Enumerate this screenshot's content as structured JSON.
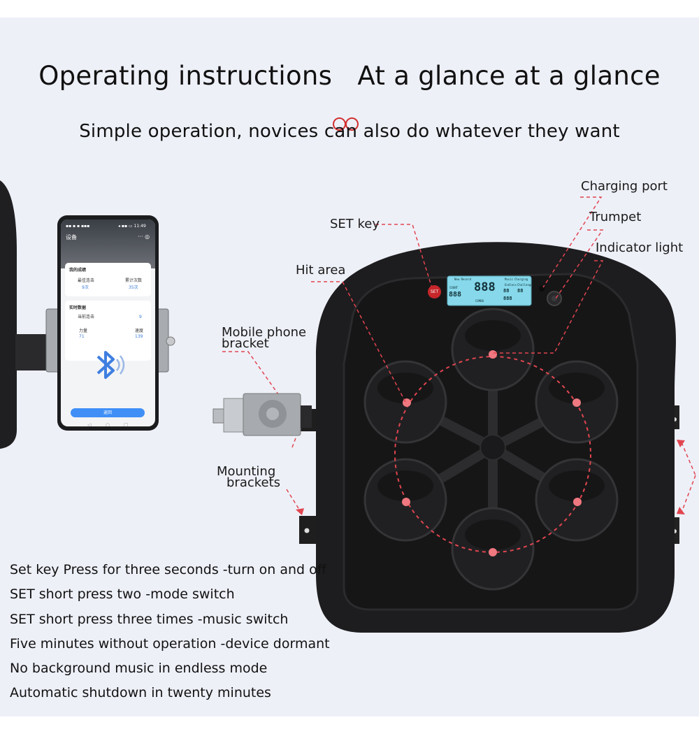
{
  "header": {
    "title": "Operating instructions   At a glance at a glance",
    "subtitle": "Simple operation, novices can also do whatever they want"
  },
  "callouts": {
    "charging_port": "Charging port",
    "trumpet": "Trumpet",
    "indicator_light": "Indicator light",
    "set_key": "SET key",
    "hit_area": "Hit area",
    "mobile_phone_bracket_1": "Mobile phone",
    "mobile_phone_bracket_2": "bracket",
    "mounting_brackets_1": "Mounting",
    "mounting_brackets_2": "brackets"
  },
  "device": {
    "set_button": "SET",
    "display": {
      "new_record": "New Record",
      "music": "Music",
      "charging": "Charging",
      "count": "COUNT",
      "endless": "Endless",
      "challenge": "Challenge",
      "digits": "888",
      "combo": "COMBO",
      "small_digits": "88"
    }
  },
  "phone": {
    "status_left": "▪▪ ▪ ▪ ▪▪▪",
    "status_right": "◂ ▪▪ ▭ 11:49",
    "header_label": "设备",
    "card1_title": "我的成绩",
    "best_combo_label": "最佳连击",
    "best_combo_value": "9次",
    "total_label": "累计次数",
    "total_value": "35次",
    "card2_title": "实时数据",
    "current_combo_label": "当前连击",
    "current_combo_value": "9",
    "power_label": "力量",
    "power_value": "71",
    "speed_label": "速度",
    "speed_value": "139",
    "button_label": "返回",
    "nav_back": "◁",
    "nav_home": "○",
    "nav_recent": "□"
  },
  "instructions": [
    "Set key Press for three seconds -turn on and off",
    "SET short press two -mode switch",
    "SET short press three times -music switch",
    "Five minutes without operation -device dormant",
    "No background music in endless mode",
    "Automatic shutdown in twenty minutes"
  ],
  "colors": {
    "page_bg": "#eef0f8",
    "device": "#1d1d1f",
    "pad": "#141415",
    "annotation": "#e1454f",
    "lcd": "#86d8ea",
    "bluetooth": "#3f7fe0"
  }
}
